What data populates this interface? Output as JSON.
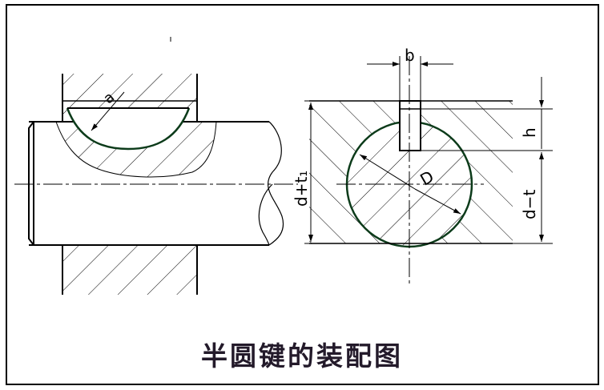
{
  "title": "半圆键的装配图",
  "labels": {
    "shaft_d_minus_t": "d−t",
    "hub_d_plus_t1": "d+t₁",
    "key_width": "b",
    "key_height": "h",
    "diameter_D": "D",
    "key_radius": "a"
  },
  "colors": {
    "line": "#000000",
    "key_outline": "#0c3b1a",
    "title": "#231a2a"
  }
}
